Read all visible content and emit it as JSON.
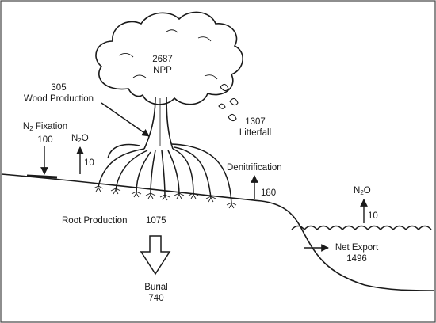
{
  "npp": {
    "value": "2687",
    "label": "NPP"
  },
  "wood_production": {
    "value": "305",
    "label": "Wood Production"
  },
  "litterfall": {
    "value": "1307",
    "label": "Litterfall"
  },
  "n2_fixation": {
    "label_main": "N",
    "label_sub": "2",
    "label_tail": " Fixation",
    "value": "100"
  },
  "n2o_soil": {
    "label_main": "N",
    "label_sub": "2",
    "label_tail": "O",
    "value": "10"
  },
  "denitrification": {
    "label": "Denitrification",
    "value": "180"
  },
  "n2o_water": {
    "label_main": "N",
    "label_sub": "2",
    "label_tail": "O",
    "value": "10"
  },
  "root_production": {
    "label": "Root Production",
    "value": "1075"
  },
  "net_export": {
    "label": "Net Export",
    "value": "1496"
  },
  "burial": {
    "label": "Burial",
    "value": "740"
  }
}
